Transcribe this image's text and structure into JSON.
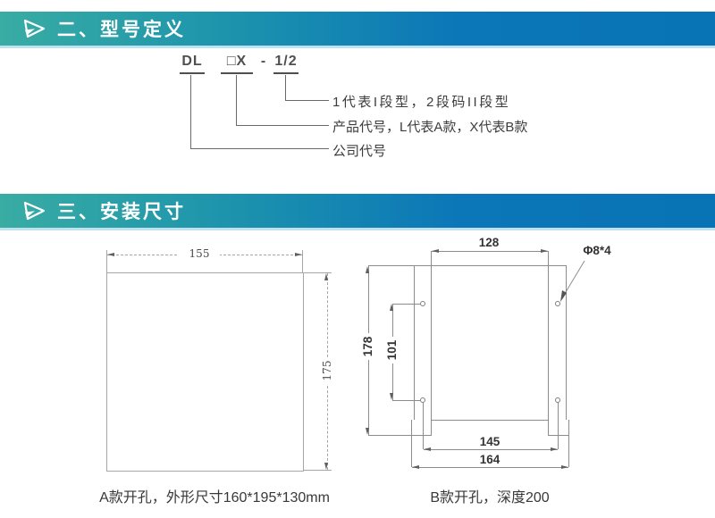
{
  "banners": {
    "gradient_start": "#39aca3",
    "gradient_end": "#0873b5",
    "underline_color": "#bfe2f2",
    "section2_title": "二、型号定义",
    "section3_title": "三、安装尺寸"
  },
  "model_definition": {
    "code": {
      "company": "DL",
      "product": "□X",
      "dash": "-",
      "segment": "1/2"
    },
    "notes": [
      {
        "label": "1代表I段型，2段码II段型"
      },
      {
        "label": "产品代号，L代表A款，X代表B款"
      },
      {
        "label": "公司代号"
      }
    ]
  },
  "installation": {
    "drawing_a": {
      "dim_width": "155",
      "dim_height": "175",
      "caption": "A款开孔，外形尺寸160*195*130mm"
    },
    "drawing_b": {
      "dim_inner_width": "128",
      "dim_height": "178",
      "dim_hole_vertical": "101",
      "dim_hole_horizontal": "145",
      "dim_outer_width": "164",
      "hole_label": "Φ8*4",
      "caption": "B款开孔，深度200"
    }
  }
}
